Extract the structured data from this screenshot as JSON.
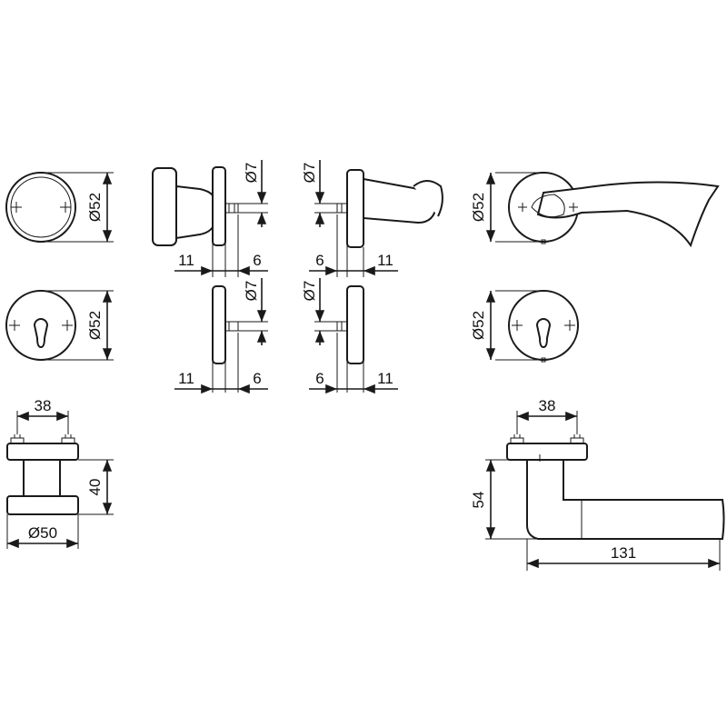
{
  "labels": {
    "rosette_top_dia": "Ø52",
    "rosette_cyl_dia": "Ø52",
    "lever_rose_dia": "Ø52",
    "lever_cyl_dia": "Ø52",
    "knob_dia7": "Ø7",
    "knob_11": "11",
    "knob_6": "6",
    "lever_dia7": "Ø7",
    "lever_6": "6",
    "lever_11": "11",
    "rose2_dia7": "Ø7",
    "rose2_11": "11",
    "rose2_6": "6",
    "rose3_dia7": "Ø7",
    "rose3_6": "6",
    "rose3_11": "11",
    "knob_side_width": "38",
    "knob_side_height": "40",
    "knob_side_dia": "Ø50",
    "lever_side_width": "38",
    "lever_side_height": "54",
    "lever_side_length": "131"
  },
  "colors": {
    "line": "#1a1a1a",
    "text": "#111111",
    "background": "#ffffff"
  }
}
